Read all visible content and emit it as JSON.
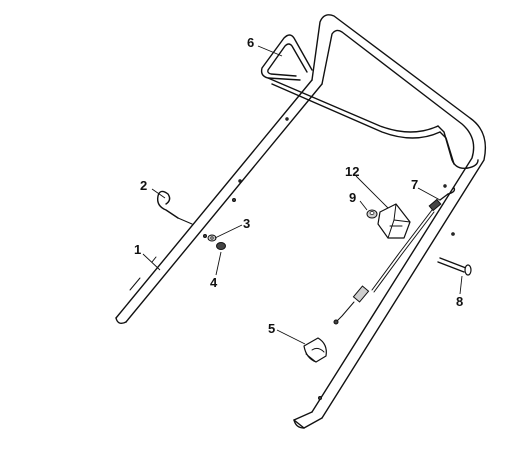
{
  "diagram": {
    "callouts": [
      {
        "id": "1",
        "label": "1"
      },
      {
        "id": "2",
        "label": "2"
      },
      {
        "id": "3",
        "label": "3"
      },
      {
        "id": "4",
        "label": "4"
      },
      {
        "id": "5",
        "label": "5"
      },
      {
        "id": "6",
        "label": "6"
      },
      {
        "id": "7",
        "label": "7"
      },
      {
        "id": "8",
        "label": "8"
      },
      {
        "id": "9",
        "label": "9"
      },
      {
        "id": "12",
        "label": "12"
      }
    ],
    "colors": {
      "ink": "#111111",
      "background": "#ffffff"
    }
  }
}
